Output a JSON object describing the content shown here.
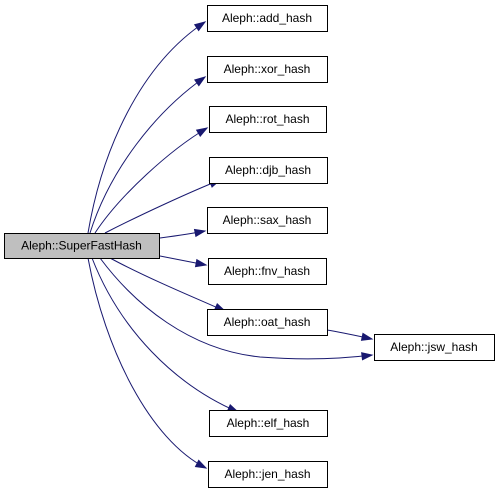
{
  "graph": {
    "root": {
      "id": "superfasthash",
      "label": "Aleph::SuperFastHash",
      "fill": "#bfbfbf"
    },
    "nodes": [
      {
        "id": "add_hash",
        "label": "Aleph::add_hash"
      },
      {
        "id": "xor_hash",
        "label": "Aleph::xor_hash"
      },
      {
        "id": "rot_hash",
        "label": "Aleph::rot_hash"
      },
      {
        "id": "djb_hash",
        "label": "Aleph::djb_hash"
      },
      {
        "id": "sax_hash",
        "label": "Aleph::sax_hash"
      },
      {
        "id": "fnv_hash",
        "label": "Aleph::fnv_hash"
      },
      {
        "id": "oat_hash",
        "label": "Aleph::oat_hash"
      },
      {
        "id": "jsw_hash",
        "label": "Aleph::jsw_hash"
      },
      {
        "id": "elf_hash",
        "label": "Aleph::elf_hash"
      },
      {
        "id": "jen_hash",
        "label": "Aleph::jen_hash"
      }
    ],
    "edges": [
      {
        "from": "superfasthash",
        "to": "add_hash"
      },
      {
        "from": "superfasthash",
        "to": "xor_hash"
      },
      {
        "from": "superfasthash",
        "to": "rot_hash"
      },
      {
        "from": "superfasthash",
        "to": "djb_hash"
      },
      {
        "from": "superfasthash",
        "to": "sax_hash"
      },
      {
        "from": "superfasthash",
        "to": "fnv_hash"
      },
      {
        "from": "superfasthash",
        "to": "oat_hash"
      },
      {
        "from": "superfasthash",
        "to": "jsw_hash"
      },
      {
        "from": "superfasthash",
        "to": "elf_hash"
      },
      {
        "from": "superfasthash",
        "to": "jen_hash"
      },
      {
        "from": "oat_hash",
        "to": "jsw_hash"
      }
    ],
    "colors": {
      "edge": "#191970",
      "node_border": "#000000",
      "node_fill": "#ffffff",
      "root_fill": "#bfbfbf",
      "background": "#ffffff"
    }
  }
}
